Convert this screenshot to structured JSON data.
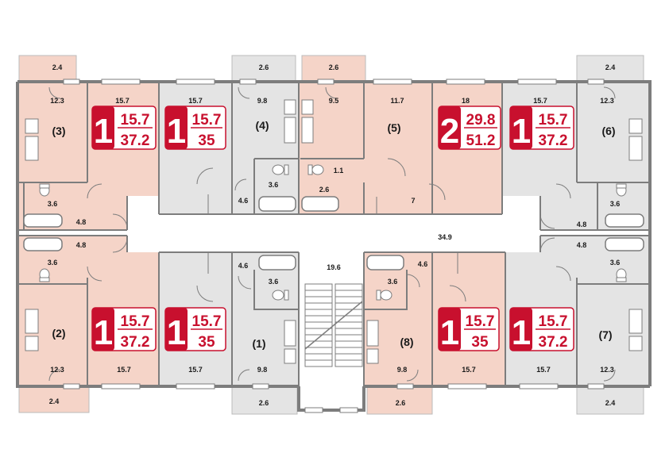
{
  "colors": {
    "pink": "#f5d4c8",
    "gray": "#e4e4e4",
    "wall": "#7d7d7d",
    "red": "#c8102e"
  },
  "apartments": {
    "a1": {
      "label": "(1)"
    },
    "a2": {
      "label": "(2)"
    },
    "a3": {
      "label": "(3)"
    },
    "a4": {
      "label": "(4)"
    },
    "a5": {
      "label": "(5)"
    },
    "a6": {
      "label": "(6)"
    },
    "a7": {
      "label": "(7)"
    },
    "a8": {
      "label": "(8)"
    }
  },
  "badges": {
    "b3": {
      "rooms": "1",
      "living": "15.7",
      "total": "37.2"
    },
    "b4": {
      "rooms": "1",
      "living": "15.7",
      "total": "35"
    },
    "b5": {
      "rooms": "2",
      "living": "29.8",
      "total": "51.2"
    },
    "b6": {
      "rooms": "1",
      "living": "15.7",
      "total": "37.2"
    },
    "b2": {
      "rooms": "1",
      "living": "15.7",
      "total": "37.2"
    },
    "b1": {
      "rooms": "1",
      "living": "15.7",
      "total": "35"
    },
    "b8": {
      "rooms": "1",
      "living": "15.7",
      "total": "35"
    },
    "b7": {
      "rooms": "1",
      "living": "15.7",
      "total": "37.2"
    }
  },
  "areas": {
    "bal3": "2.4",
    "bal4": "2.6",
    "bal5": "2.6",
    "bal6": "2.4",
    "bal2": "2.4",
    "bal1": "2.6",
    "bal8": "2.6",
    "bal7": "2.4",
    "k3": "12.3",
    "r3": "15.7",
    "r4": "15.7",
    "k4": "9.8",
    "k5": "9.5",
    "r5a": "11.7",
    "r5b": "18",
    "r6": "15.7",
    "k6": "12.3",
    "k2": "12.3",
    "r2": "15.7",
    "r1": "15.7",
    "k1": "9.8",
    "k8": "9.8",
    "r8": "15.7",
    "r7": "15.7",
    "k7": "12.3",
    "bath3": "3.6",
    "hall3": "4.8",
    "bath4": "3.6",
    "hall4": "4.6",
    "wc5": "1.1",
    "bath5": "2.6",
    "hall5": "7",
    "bath6": "3.6",
    "hall6": "4.8",
    "bath2": "3.6",
    "hall2": "4.8",
    "hall1": "4.6",
    "bath1": "3.6",
    "hall8": "4.6",
    "bath8": "3.6",
    "bath7": "3.6",
    "hall7": "4.8",
    "corridor": "34.9",
    "stair": "19.6"
  }
}
